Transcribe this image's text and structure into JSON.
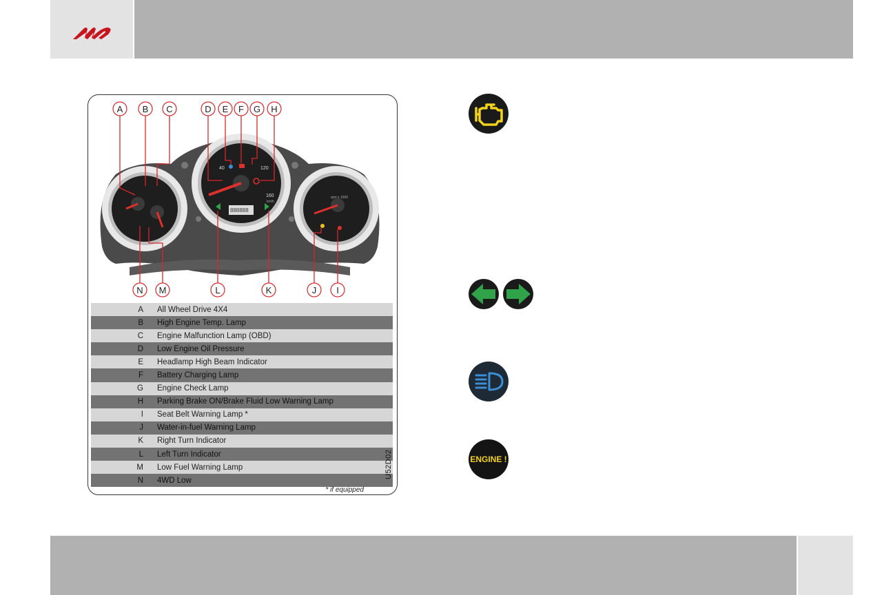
{
  "brand": {
    "logo": "mahindra-logo",
    "color": "#c8141e"
  },
  "figure": {
    "callouts": [
      "A",
      "B",
      "C",
      "D",
      "E",
      "F",
      "G",
      "H",
      "I",
      "J",
      "K",
      "L",
      "M",
      "N"
    ],
    "gauge_labels": {
      "speed_40": "40",
      "speed_120": "120",
      "speed_160": "160",
      "speed_unit": "km/h",
      "odometer": "888888",
      "tacho_unit": "rpm x 1000"
    },
    "legend": [
      {
        "letter": "A",
        "desc": "All Wheel Drive 4X4"
      },
      {
        "letter": "B",
        "desc": "High Engine Temp. Lamp"
      },
      {
        "letter": "C",
        "desc": "Engine Malfunction Lamp (OBD)"
      },
      {
        "letter": "D",
        "desc": "Low Engine Oil Pressure"
      },
      {
        "letter": "E",
        "desc": "Headlamp High Beam Indicator"
      },
      {
        "letter": "F",
        "desc": "Battery Charging Lamp"
      },
      {
        "letter": "G",
        "desc": "Engine Check Lamp"
      },
      {
        "letter": "H",
        "desc": "Parking Brake ON/Brake Fluid Low Warning Lamp"
      },
      {
        "letter": "I",
        "desc": "Seat Belt Warning Lamp *"
      },
      {
        "letter": "J",
        "desc": "Water-in-fuel Warning Lamp"
      },
      {
        "letter": "K",
        "desc": "Right Turn Indicator"
      },
      {
        "letter": "L",
        "desc": "Left Turn Indicator"
      },
      {
        "letter": "M",
        "desc": "Low Fuel Warning Lamp"
      },
      {
        "letter": "N",
        "desc": "4WD Low"
      }
    ],
    "footnote": "* if equipped",
    "code": "U52D02"
  },
  "icons": {
    "engine_malfunction": {
      "name": "engine-malfunction-icon",
      "color": "#f2d21b"
    },
    "turn_indicators": {
      "name": "turn-indicator-icons",
      "color": "#2fa24a"
    },
    "high_beam": {
      "name": "high-beam-icon",
      "color": "#3b8fd6"
    },
    "engine_check": {
      "name": "engine-check-icon",
      "label": "ENGINE !"
    }
  }
}
